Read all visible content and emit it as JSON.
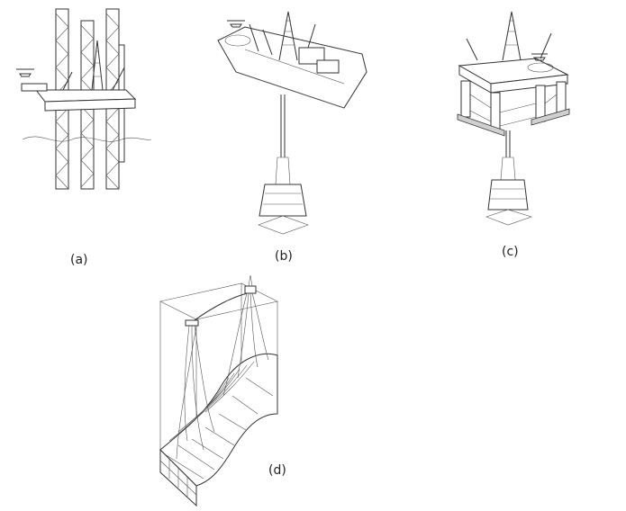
{
  "panels": [
    {
      "label": "(a)",
      "icon": "jackup-rig-icon"
    },
    {
      "label": "(b)",
      "icon": "drillship-icon"
    },
    {
      "label": "(c)",
      "icon": "semi-submersible-icon"
    },
    {
      "label": "(d)",
      "icon": "subsea-wells-seabed-icon"
    }
  ]
}
